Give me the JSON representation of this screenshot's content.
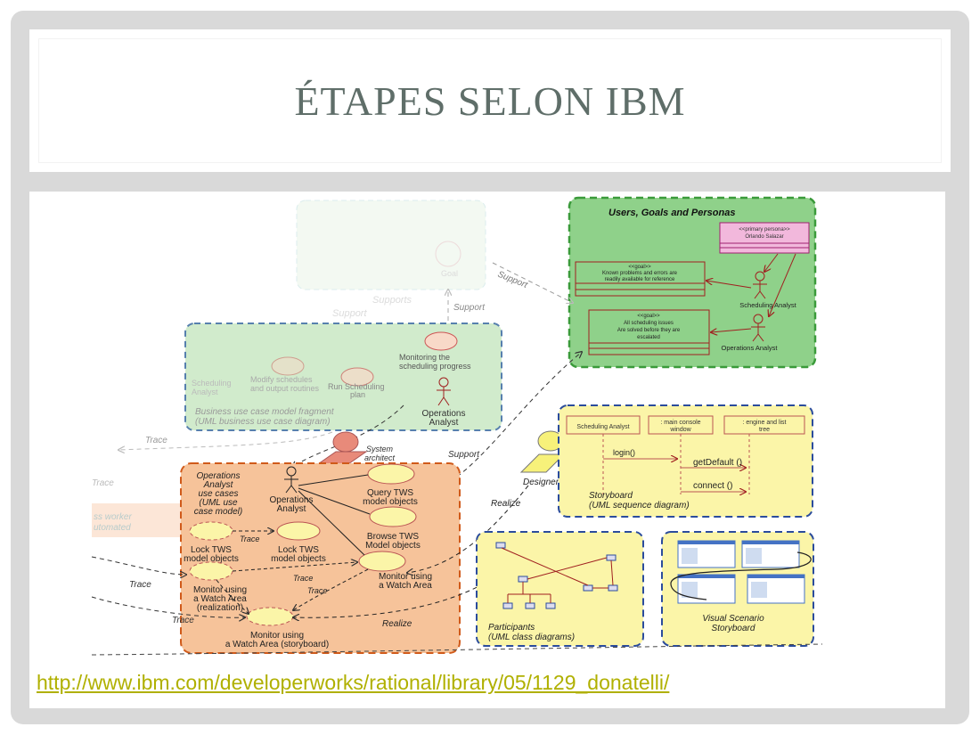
{
  "slide": {
    "title": "ÉTAPES SELON IBM",
    "link": "http://www.ibm.com/developerworks/rational/library/05/1129_donatelli/"
  },
  "diagram": {
    "users_goals": {
      "title": "Users, Goals and Personas",
      "persona_stereo": "<<primary persona>>",
      "persona_name": "Orlando Salazar",
      "goal1_stereo": "<<goal>>",
      "goal1_line1": "Known problems and errors are",
      "goal1_line2": "readily available for reference",
      "goal2_stereo": "<<goal>>",
      "goal2_line1": "All scheduling issues",
      "goal2_line2": "Are solved before they are",
      "goal2_line3": "escalated",
      "actor1": "Scheduling Analyst",
      "actor2": "Operations Analyst"
    },
    "business": {
      "uc1": "Monitoring the",
      "uc1b": "scheduling progress",
      "uc2": "Run Scheduling",
      "uc2b": "plan",
      "uc3": "Modify schedules",
      "uc3b": "and output routines",
      "uc4": "Scheduling",
      "uc5": "Analyst",
      "actor": "Operations",
      "actor_b": "Analyst",
      "caption1": "Business use case model fragment",
      "caption2": "(UML business use case diagram)"
    },
    "faded": {
      "support1": "Support",
      "support2": "Supports",
      "goal": "Goal"
    },
    "labels": {
      "support_top": "Support",
      "support_mid": "Support",
      "support_right": "Support",
      "trace1": "Trace",
      "trace2": "Trace",
      "trace3": "Trace",
      "trace4": "Trace",
      "trace5": "Trace",
      "trace6": "Trace",
      "trace7": "Trace",
      "realize1": "Realize",
      "realize2": "Realize"
    },
    "roles": {
      "system_architect1": "System",
      "system_architect2": "architect",
      "designer": "Designer"
    },
    "usecases": {
      "header1": "Operations",
      "header2": "Analyst",
      "header3": "use cases",
      "header4": "(UML use",
      "header5": "case model)",
      "actor1": "Operations",
      "actor2": "Analyst",
      "uc_query1": "Query TWS",
      "uc_query2": "model objects",
      "uc_browse1": "Browse TWS",
      "uc_browse2": "Model objects",
      "uc_lock_left1": "Lock TWS",
      "uc_lock_left2": "model objects",
      "uc_lock_mid1": "Lock TWS",
      "uc_lock_mid2": "model objects",
      "uc_monitor1": "Monitor using",
      "uc_monitor2": "a Watch Area",
      "uc_monitor_real1": "Monitor using",
      "uc_monitor_real2": "a Watch Area",
      "uc_monitor_real3": "(realization)",
      "uc_story1": "Monitor using",
      "uc_story2": "a Watch Area (storyboard)"
    },
    "business_worker": {
      "line1": "ss worker",
      "line2": "utomated"
    },
    "storyboard": {
      "lane1": "Scheduling Analyst",
      "lane2": ": main console",
      "lane2b": "window",
      "lane3": ": engine and list",
      "lane3b": "tree",
      "msg1": "login()",
      "msg2": "getDefault ()",
      "msg3": "connect ()",
      "caption1": "Storyboard",
      "caption2": "(UML sequence diagram)"
    },
    "participants": {
      "caption1": "Participants",
      "caption2": "(UML class diagrams)"
    },
    "visual": {
      "caption1": "Visual Scenario",
      "caption2": "Storyboard"
    },
    "colors": {
      "green_fill": "#8fd18a",
      "green_border": "#3a9a3a",
      "yellow_fill": "#fbf5a8",
      "yellow_border": "#2b4c9c",
      "orange_fill": "#f6c39a",
      "orange_border": "#d05a1a",
      "uc_fill": "#fbf5a8",
      "dark_red": "#a02020",
      "link": "#b0b000",
      "title": "#5f6e69"
    }
  }
}
